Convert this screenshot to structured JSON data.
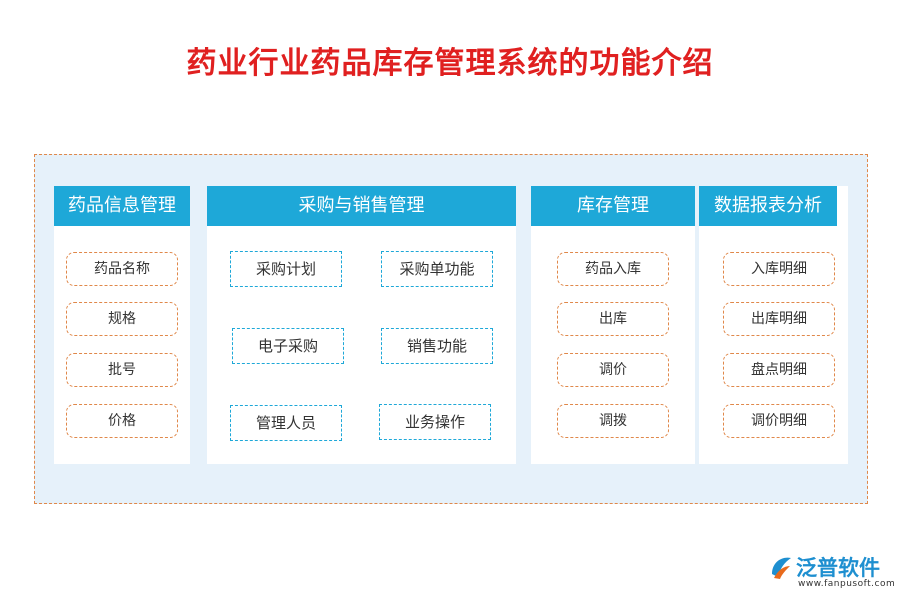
{
  "title": "药业行业药品库存管理系统的功能介绍",
  "columns": [
    {
      "head": "药品信息管理",
      "items": [
        "药品名称",
        "规格",
        "批号",
        "价格"
      ]
    },
    {
      "head": "采购与销售管理",
      "items": [
        "采购计划",
        "采购单功能",
        "电子采购",
        "销售功能",
        "管理人员",
        "业务操作"
      ]
    },
    {
      "head": "库存管理",
      "items": [
        "药品入库",
        "出库",
        "调价",
        "调拨"
      ]
    },
    {
      "head": "数据报表分析",
      "items": [
        "入库明细",
        "出库明细",
        "盘点明细",
        "调价明细"
      ]
    }
  ],
  "logo": {
    "name": "泛普软件",
    "url": "www.fanpusoft.com"
  },
  "colors": {
    "title": "#e02020",
    "header": "#1ea8d8",
    "dash": "#e0884a",
    "panel": "#e6f1fa"
  }
}
